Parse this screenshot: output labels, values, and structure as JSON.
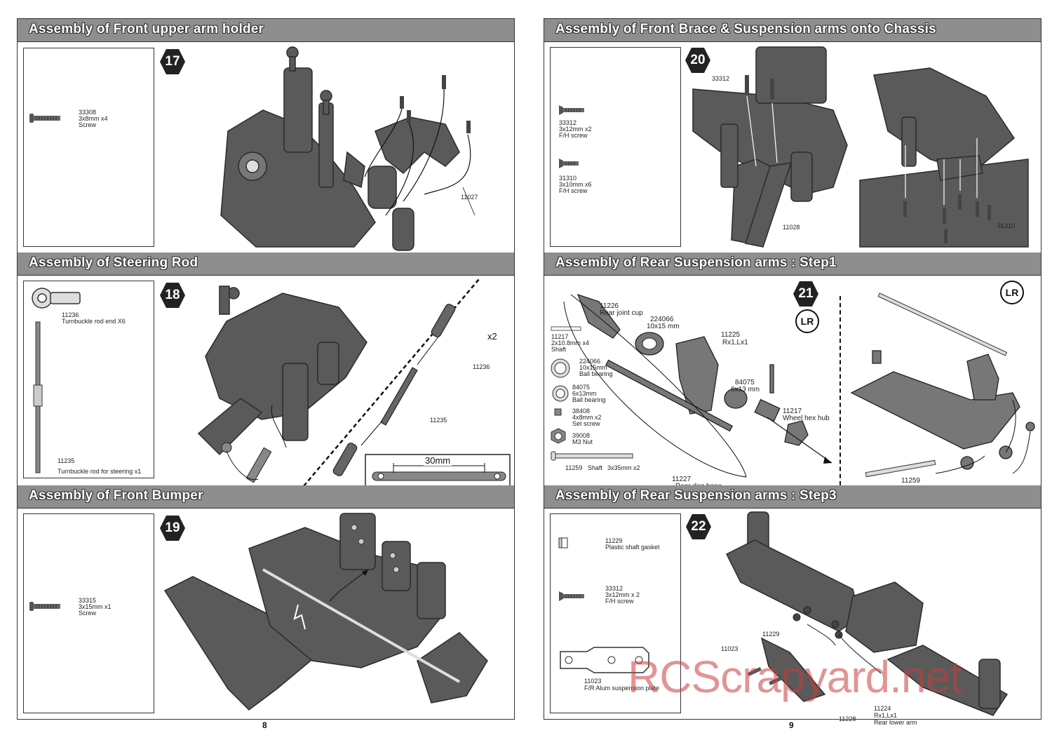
{
  "left_page": {
    "page_number": "8",
    "sections": [
      {
        "title": "Assembly of Front upper arm holder",
        "step": "17",
        "parts": [
          {
            "code": "33308",
            "desc1": "3x8mm x4",
            "desc2": "Screw"
          }
        ],
        "callouts": [
          "11027"
        ]
      },
      {
        "title": "Assembly of Steering Rod",
        "step": "18",
        "parts": [
          {
            "code": "11236",
            "desc1": "Turnbuckle rod end X6"
          },
          {
            "code": "11235",
            "desc1": "Turnbuckle rod for steering x1"
          }
        ],
        "callouts": [
          "x2",
          "11236",
          "11235"
        ],
        "dimension": "30mm"
      },
      {
        "title": "Assembly of Front Bumper",
        "step": "19",
        "parts": [
          {
            "code": "33315",
            "desc1": "3x15mm x1",
            "desc2": "Screw"
          }
        ]
      }
    ]
  },
  "right_page": {
    "page_number": "9",
    "sections": [
      {
        "title": "Assembly of Front Brace & Suspension arms onto Chassis",
        "step": "20",
        "parts": [
          {
            "code": "33312",
            "desc1": "3x12mm x2",
            "desc2": "F/H screw"
          },
          {
            "code": "31310",
            "desc1": "3x10mm x6",
            "desc2": "F/H screw"
          }
        ],
        "callouts": [
          "33312",
          "11028",
          "31310"
        ]
      },
      {
        "title": "Assembly of Rear Suspension arms : Step1",
        "step": "21",
        "lr_badge": "LR",
        "parts": [
          {
            "code": "11217",
            "desc1": "2x10.8mm x4",
            "desc2": "Shaft"
          },
          {
            "code": "224066",
            "desc1": "10x15mm",
            "desc2": "Ball bearing"
          },
          {
            "code": "84075",
            "desc1": "6x13mm",
            "desc2": "Ball bearing"
          },
          {
            "code": "38408",
            "desc1": "4x8mm x2",
            "desc2": "Set screw"
          },
          {
            "code": "39008",
            "desc1": "M3 Nut"
          },
          {
            "code": "11259",
            "desc1": "Shaft",
            "desc2": "3x35mm x2"
          }
        ],
        "callouts": {
          "c11226": "11226",
          "c11226d": "Rear joint cup",
          "c224066": "224066",
          "c224066d": "10x15 mm",
          "c11225": "11225",
          "c11225d": "Rx1,Lx1",
          "c84075": "84075",
          "c84075d": "6x13 mm",
          "c11217": "11217",
          "c11217d": "Wheel hex hub",
          "c11227": "11227",
          "c11227d": "Rear dog bone",
          "c11259": "11259"
        }
      },
      {
        "title": "Assembly of Rear Suspension arms : Step3",
        "step": "22",
        "parts": [
          {
            "code": "11229",
            "desc1": "Plastic shaft gasket"
          },
          {
            "code": "33312",
            "desc1": "3x12mm x 2",
            "desc2": "F/H screw"
          },
          {
            "code": "11023",
            "desc1": "F/R Alum suspension plate"
          }
        ],
        "callouts": {
          "c11229": "11229",
          "c11023": "11023",
          "c11228": "11228",
          "c11224": "11224",
          "c11224a": "Rx1,Lx1",
          "c11224b": "Rear lower arm"
        }
      }
    ]
  },
  "watermark": "RCScrapyard.net",
  "colors": {
    "header_bg": "#8e8e8e",
    "part_gray": "#5a5a5a",
    "watermark": "#c83c3c"
  }
}
